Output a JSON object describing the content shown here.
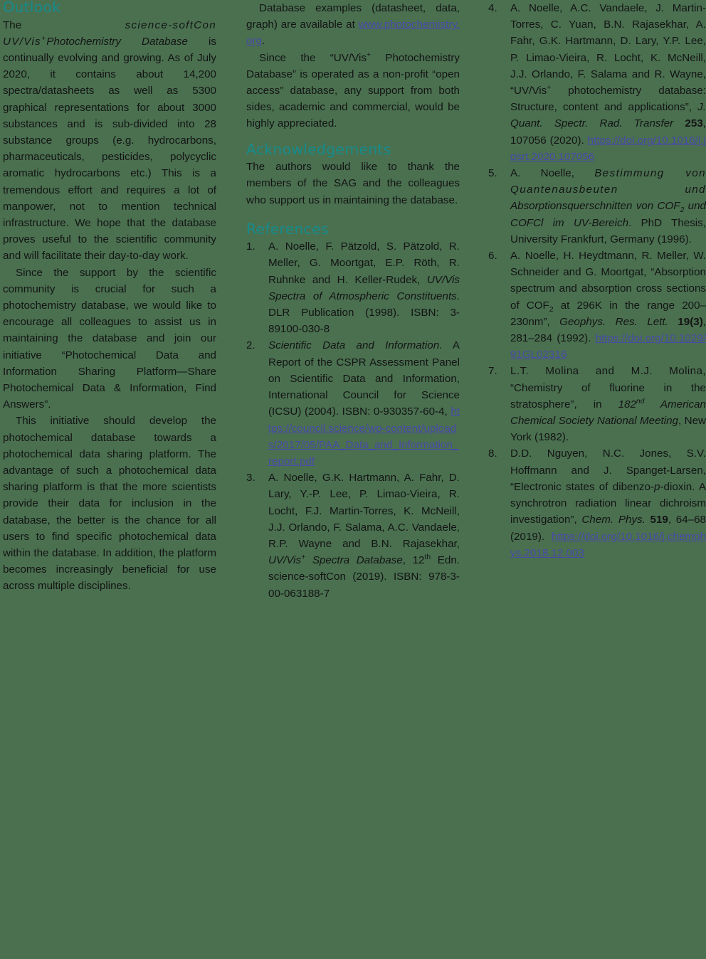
{
  "page": {
    "background_color": "#4a7050",
    "heading_color": "#168b8b",
    "link_color": "#4a4aa8",
    "text_color": "#141414"
  },
  "column_left": {
    "heading": "Outlook",
    "paragraph_1_prefix": "The ",
    "paragraph_1_title_mono": "science-softCon  UV/Vis",
    "paragraph_1_title_sup": "+",
    "paragraph_1_title_italic": "Photochemistry Database",
    "paragraph_1_rest": " is continually evolving and growing. As of July 2020, it contains about 14,200 spectra/datasheets as well as 5300 graphical representations for about 3000 substances and is sub-divided into 28 substance groups (e.g. hydrocarbons, pharmaceuticals, pesticides, polycyclic aromatic hydrocarbons etc.) This is a tremendous effort and requires a lot of manpower, not to mention technical infrastructure. We hope that the database proves useful to the scientific community and will facilitate their day-to-day work.",
    "paragraph_2": "Since the support by the scientific community is crucial for such a photochemistry database, we would like to encourage all colleagues to assist us in maintaining the database and join our initiative “Photochemical Data and Information Sharing Platform—Share Photochemical Data & Information, Find Answers”.",
    "paragraph_3": "This initiative should develop the photochemical database towards a photochemical data sharing platform. The advantage of such a photochemical data sharing platform is that the more scientists provide their data for inclusion in the database, the better is the chance for all users to find specific photochemical data within the database. In addition, the platform becomes increasingly beneficial for use across multiple disciplines."
  },
  "column_middle": {
    "paragraph_1_before_link": "Database examples (datasheet, data, graph) are available at ",
    "paragraph_1_link": "www.photochemistry.org",
    "paragraph_1_after_link": ".",
    "paragraph_2_a": "Since the “UV/Vis",
    "paragraph_2_sup": "+",
    "paragraph_2_b": " Photochemistry Database” is operated as a non-profit “open access” database, any support from both sides, academic and commercial, would be highly appreciated.",
    "acknowledgements_heading": "Acknowledgements",
    "acknowledgements_text": "The authors would like to thank the members of the SAG and the colleagues who support us in maintaining the database.",
    "references_heading": "References"
  },
  "references": [
    {
      "number": "1.",
      "authors": "A. Noelle, F. Pätzold, S. Pätzold, R. Meller, G. Moortgat, E.P. Röth, R. Ruhnke and H. Keller-Rudek, ",
      "title_italic": "UV/Vis Spectra of Atmospheric Constituents",
      "tail": ". DLR Publication (1998). ISBN: 3-89100-030-8",
      "link": ""
    },
    {
      "number": "2.",
      "authors": "",
      "title_italic": "Scientific Data and Information",
      "tail": ". A Report of the CSPR Assessment Panel on Scientific Data and Information, International Council for Science (ICSU) (2004). ISBN: 0-930357-60-4, ",
      "link": "https://council.science/wp-content/uploads/2017/05/PAA_Data_and_Information_report.pdf"
    },
    {
      "number": "3.",
      "authors": "A. Noelle, G.K. Hartmann, A. Fahr, D. Lary, Y.-P. Lee, P. Limao-Vieira, R. Locht, F.J. Martin-Torres, K. McNeill, J.J. Orlando, F. Salama, A.C. Vandaele, R.P. Wayne and B.N. Rajasekhar, ",
      "title_italic": "UV/Vis+ Spectra Database",
      "title_sup": "th",
      "tail": ", 12th Edn. science-softCon (2019). ISBN: 978-3-00-063188-7",
      "link": ""
    },
    {
      "number": "4.",
      "authors": "A. Noelle, A.C. Vandaele, J. Martin-Torres, C. Yuan, B.N. Rajasekhar, A. Fahr, G.K. Hartmann, D. Lary, Y.P. Lee, P. Limao-Vieira, R. Locht, K. McNeill, J.J. Orlando, F. Salama and R. Wayne, ",
      "quoted_title": "“UV/Vis+ photochemistry database: Structure, content and applications”",
      "journal_italic": "J. Quant. Spectr. Rad. Transfer",
      "volume_bold": "253",
      "tail": ", 107056 (2020). ",
      "link": "https://doi.org/10.1016/j.jqsrt.2020.107056"
    },
    {
      "number": "5.",
      "authors": "A. Noelle, ",
      "title_italic": "Bestimmung von Quantenausbeuten und Absorptionsquerschnitten von COF2 und COFCl im UV-Bereich",
      "tail": ". PhD Thesis, University Frankfurt, Germany (1996).",
      "link": ""
    },
    {
      "number": "6.",
      "authors": "A. Noelle, H. Heydtmann, R. Meller, W. Schneider and G. Moortgat, ",
      "quoted_title": "“Absorption spectrum and absorption cross sections of COF2 at 296K in the range 200–230nm”",
      "journal_italic": "Geophys. Res. Lett.",
      "volume_bold": "19(3)",
      "tail": ", 281–284 (1992). ",
      "link": "https://doi.org/10.1029/91GL02316"
    },
    {
      "number": "7.",
      "authors": "L.T. Molina and M.J. Molina, ",
      "quoted_title": "“Chemistry of fluorine in the stratosphere”",
      "journal_italic": "182nd American Chemical Society National Meeting",
      "tail": ", New York (1982).",
      "link": ""
    },
    {
      "number": "8.",
      "authors": "D.D. Nguyen, N.C. Jones, S.V. Hoffmann and J. Spanget-Larsen, ",
      "quoted_title": "“Electronic states of dibenzo-p-dioxin. A synchrotron radiation linear dichroism investigation”",
      "journal_italic": "Chem. Phys.",
      "volume_bold": "519",
      "tail": ", 64–68 (2019). ",
      "link": "https://doi.org/10.1016/j.chemphys.2018.12.003"
    }
  ]
}
